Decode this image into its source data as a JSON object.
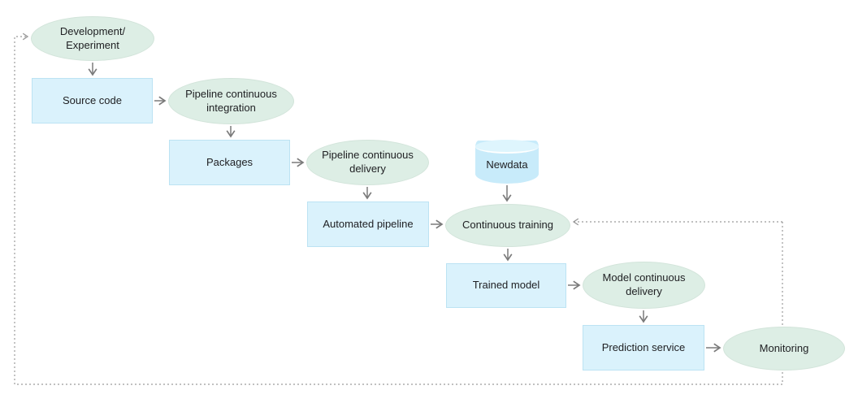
{
  "nodes": {
    "development_experiment": {
      "label": "Development/\nExperiment",
      "shape": "ellipse"
    },
    "source_code": {
      "label": "Source code",
      "shape": "rectangle"
    },
    "pipeline_ci": {
      "label": "Pipeline continuous\nintegration",
      "shape": "ellipse"
    },
    "packages": {
      "label": "Packages",
      "shape": "rectangle"
    },
    "pipeline_cd": {
      "label": "Pipeline continuous\ndelivery",
      "shape": "ellipse"
    },
    "automated_pipeline": {
      "label": "Automated pipeline",
      "shape": "rectangle"
    },
    "newdata": {
      "label": "Newdata",
      "shape": "cylinder"
    },
    "continuous_training": {
      "label": "Continuous training",
      "shape": "ellipse"
    },
    "trained_model": {
      "label": "Trained model",
      "shape": "rectangle"
    },
    "model_cd": {
      "label": "Model continuous\ndelivery",
      "shape": "ellipse"
    },
    "prediction_service": {
      "label": "Prediction service",
      "shape": "rectangle"
    },
    "monitoring": {
      "label": "Monitoring",
      "shape": "ellipse"
    }
  },
  "edges": [
    {
      "from": "development_experiment",
      "to": "source_code",
      "style": "solid"
    },
    {
      "from": "source_code",
      "to": "pipeline_ci",
      "style": "solid"
    },
    {
      "from": "pipeline_ci",
      "to": "packages",
      "style": "solid"
    },
    {
      "from": "packages",
      "to": "pipeline_cd",
      "style": "solid"
    },
    {
      "from": "pipeline_cd",
      "to": "automated_pipeline",
      "style": "solid"
    },
    {
      "from": "automated_pipeline",
      "to": "continuous_training",
      "style": "solid"
    },
    {
      "from": "newdata",
      "to": "continuous_training",
      "style": "solid"
    },
    {
      "from": "continuous_training",
      "to": "trained_model",
      "style": "solid"
    },
    {
      "from": "trained_model",
      "to": "model_cd",
      "style": "solid"
    },
    {
      "from": "model_cd",
      "to": "prediction_service",
      "style": "solid"
    },
    {
      "from": "prediction_service",
      "to": "monitoring",
      "style": "solid"
    },
    {
      "from": "monitoring",
      "to": "continuous_training",
      "style": "dotted"
    },
    {
      "from": "monitoring",
      "to": "development_experiment",
      "style": "dotted"
    }
  ],
  "colors": {
    "ellipse_fill": "#ddeee5",
    "ellipse_border": "#d2e4da",
    "rect_fill": "#daf2fc",
    "rect_border": "#bce3f3",
    "cyl_fill": "#c8ebfa",
    "cyl_top": "#def5fd",
    "arrow_color": "#7a7a7a",
    "dotted_color": "#9b9b9b",
    "text_color": "#202124"
  }
}
